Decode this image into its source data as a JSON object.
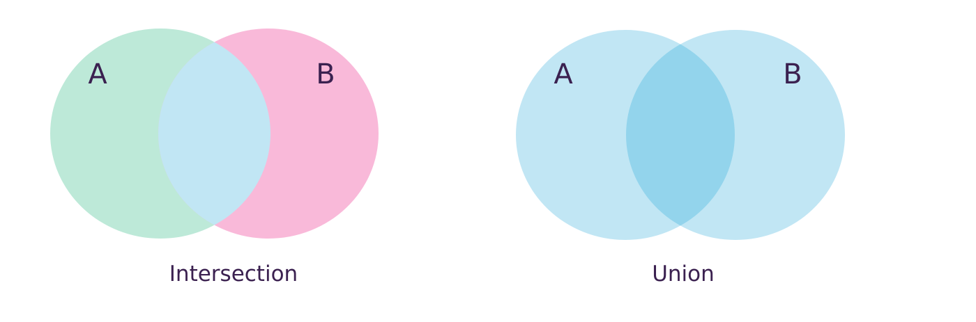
{
  "intersection_diagram": {
    "set_a_label": "A",
    "set_b_label": "B",
    "caption": "Intersection",
    "colors": {
      "set_a_fill": "#bde9d8",
      "set_b_fill": "#f9b9d9",
      "overlap_fill": "#c1e6f4"
    }
  },
  "union_diagram": {
    "set_a_label": "A",
    "set_b_label": "B",
    "caption": "Union",
    "colors": {
      "set_fill": "#c1e6f4",
      "overlap_fill": "#93d4ec"
    }
  },
  "text_color": "#3b2150"
}
